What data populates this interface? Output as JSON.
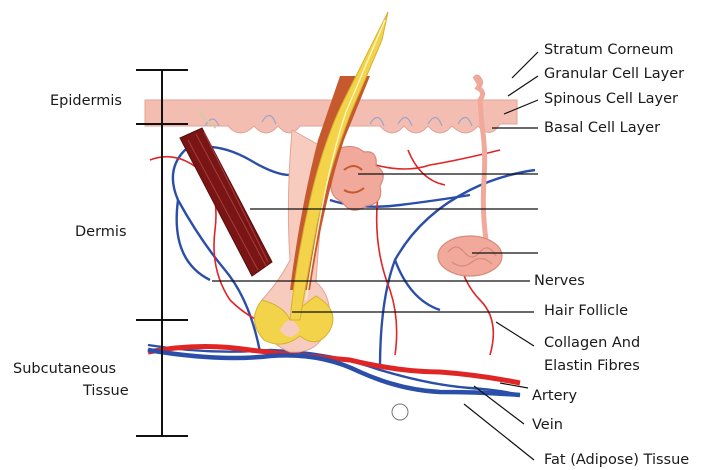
{
  "diagram": {
    "left_labels": {
      "epidermis": "Epidermis",
      "dermis": "Dermis",
      "subcutaneous_line1": "Subcutaneous",
      "subcutaneous_line2": "Tissue"
    },
    "right_labels": {
      "stratum_corneum": "Stratum Corneum",
      "granular": "Granular Cell Layer",
      "spinous": "Spinous Cell Layer",
      "basal": "Basal Cell Layer",
      "nerves": "Nerves",
      "hair_follicle": "Hair Follicle",
      "collagen_line1": "Collagen And",
      "collagen_line2": "Elastin Fibres",
      "artery": "Artery",
      "vein": "Vein",
      "fat": "Fat (Adipose) Tissue"
    },
    "colors": {
      "epidermis_fill": "#f4bdb2",
      "hair_shaft": "#f2d34a",
      "follicle_sheath": "#c65a2e",
      "muscle": "#7a1515",
      "artery": "#e02525",
      "vein": "#2b4fa8",
      "nerve": "#c83a3a",
      "gland": "#f0a99a",
      "line": "#111111"
    }
  }
}
